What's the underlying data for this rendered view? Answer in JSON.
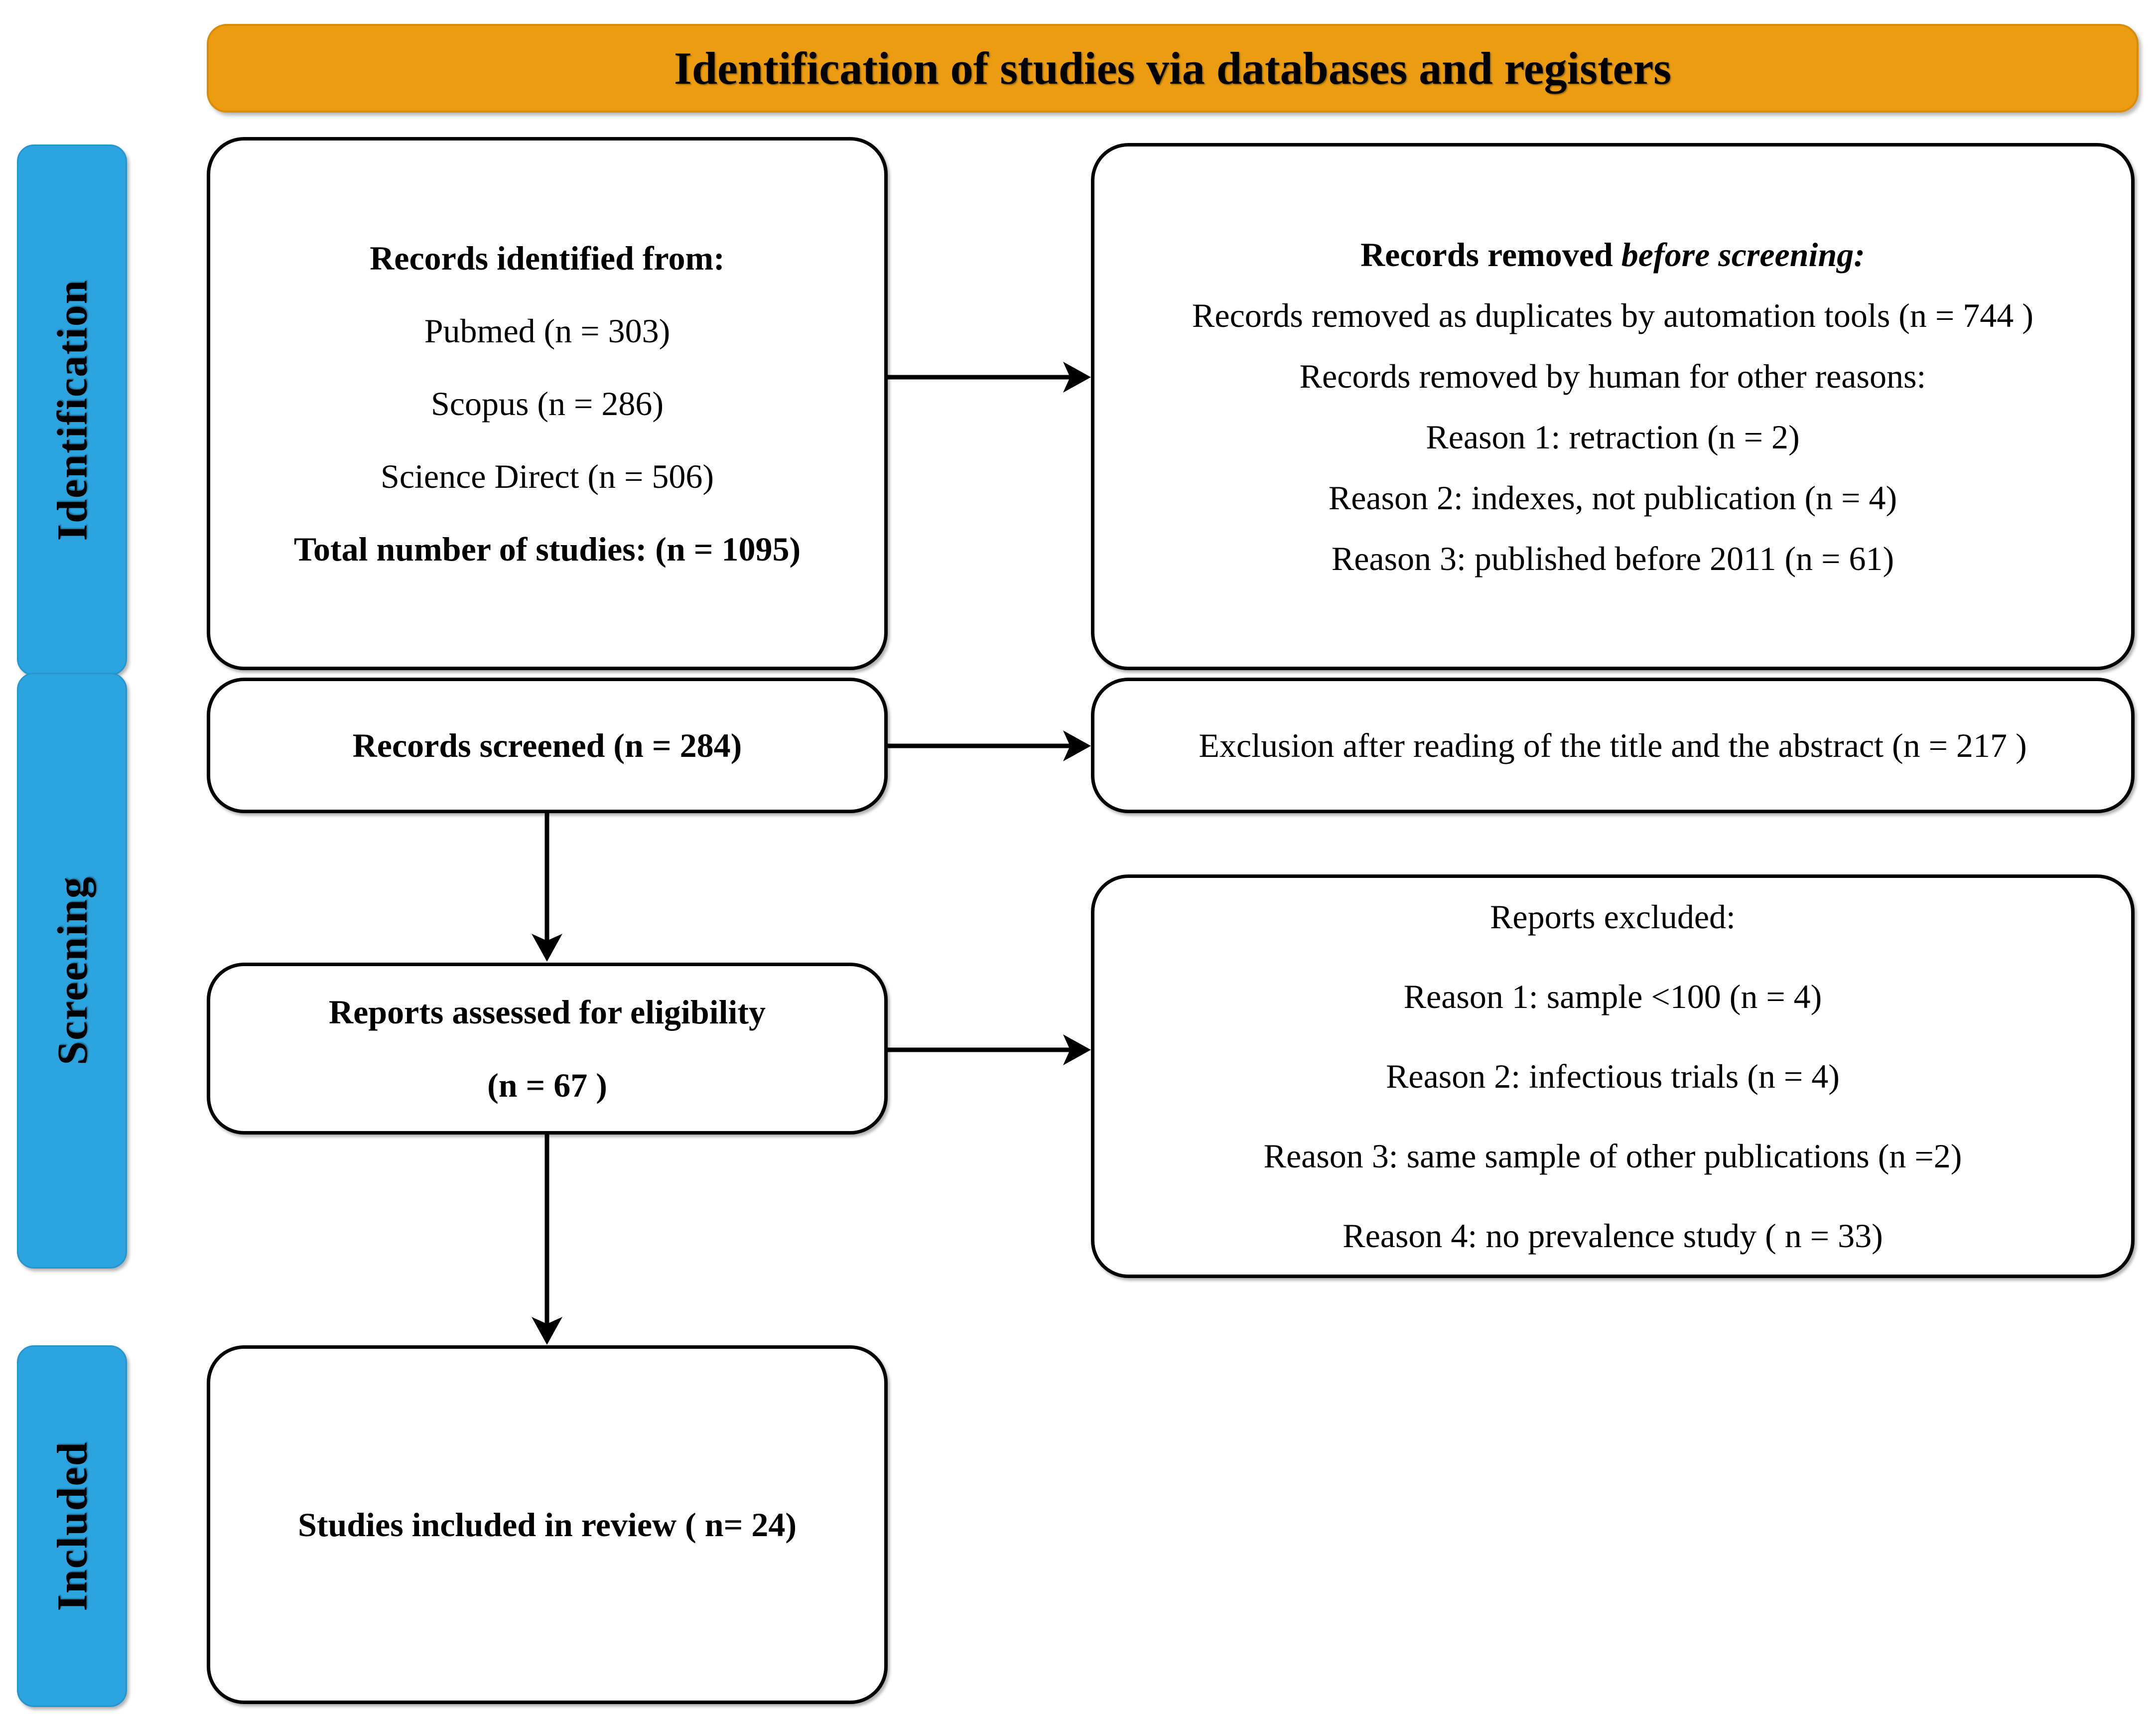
{
  "header": {
    "title": "Identification of studies via databases and registers"
  },
  "stages": [
    {
      "key": "identification",
      "label": "Identification"
    },
    {
      "key": "screening",
      "label": "Screening"
    },
    {
      "key": "included",
      "label": "Included"
    }
  ],
  "boxes": {
    "records_identified": {
      "title": "Records identified from:",
      "sources": [
        "Pubmed (n = 303)",
        "Scopus (n = 286)",
        "Science Direct (n = 506)"
      ],
      "total": "Total number of studies: (n = 1095)"
    },
    "records_removed": {
      "title_plain": "Records removed ",
      "title_italic": "before screening:",
      "lines": [
        "Records removed as duplicates by automation tools (n = 744 )",
        "Records removed by human for other reasons:",
        "Reason 1: retraction (n = 2)",
        "Reason 2:  indexes, not publication (n = 4)",
        "Reason 3:  published before 2011 (n = 61)"
      ]
    },
    "records_screened": {
      "label": "Records screened (n = 284)"
    },
    "records_excluded_screening": {
      "label": "Exclusion after reading of the title and the abstract (n = 217 )"
    },
    "reports_eligibility": {
      "line1": "Reports assessed for eligibility",
      "line2": "(n = 67 )"
    },
    "reports_excluded": {
      "title": "Reports excluded:",
      "lines": [
        "Reason 1: sample <100 (n = 4)",
        "Reason 2:  infectious trials (n = 4)",
        "Reason 3: same sample of other publications (n =2)",
        "Reason 4: no prevalence study ( n = 33)"
      ]
    },
    "studies_included": {
      "label": "Studies included in review ( n= 24)"
    }
  },
  "colors": {
    "stage_blue": "#2BA4E0",
    "header_orange": "#EB9C10",
    "box_border": "#000000",
    "text": "#000000"
  }
}
